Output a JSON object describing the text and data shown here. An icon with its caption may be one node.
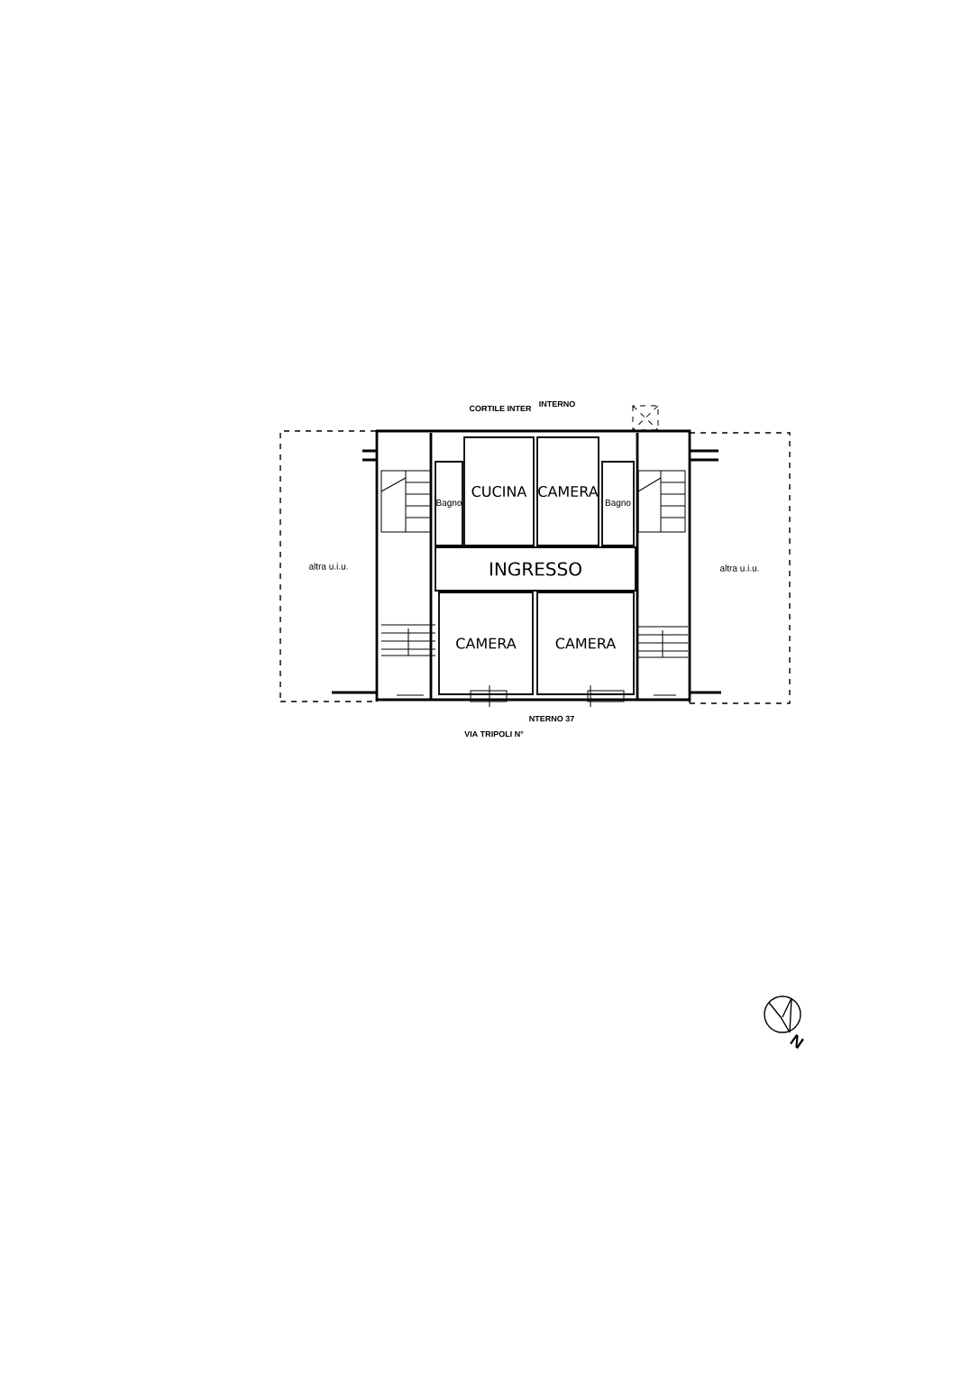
{
  "diagram": {
    "nodes": [
      {
        "text": [
          "Bagno"
        ]
      },
      {
        "text": [
          "CUCINA"
        ]
      },
      {
        "text": [
          "CAMERA"
        ]
      },
      {
        "text": [
          "Bagno"
        ]
      },
      {
        "text": [
          "INGRESSO"
        ]
      },
      {
        "text": [
          "CAMERA"
        ]
      },
      {
        "text": [
          "CAMERA"
        ]
      },
      {
        "text": [
          "altra u.i.u."
        ]
      },
      {
        "text": [
          "altra u.i.u."
        ]
      }
    ],
    "labels": [
      "CORTILE INTER",
      "INTERNO",
      "NTERNO 37",
      "VIA TRIPOLI N°",
      "N"
    ]
  }
}
